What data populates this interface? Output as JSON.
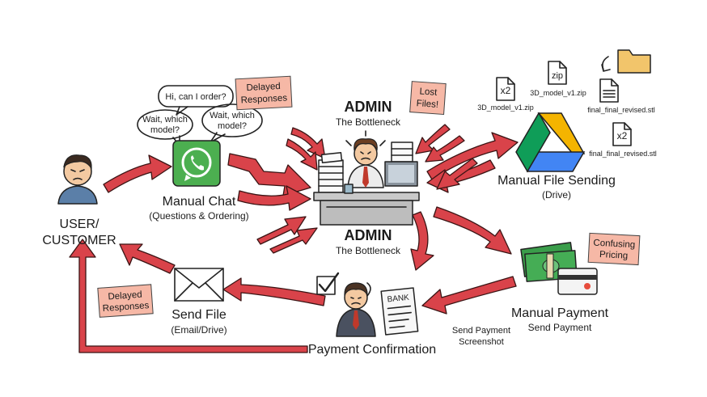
{
  "user": {
    "label_line1": "USER/",
    "label_line2": "CUSTOMER"
  },
  "manual_chat": {
    "title": "Manual Chat",
    "subtitle": "(Questions & Ordering)",
    "bubble_1": "Hi, can I order?",
    "bubble_2_line1": "Wait, which",
    "bubble_2_line2": "model?",
    "bubble_3_line1": "Wait, which",
    "bubble_3_line2": "model?"
  },
  "notes": {
    "delayed_top_line1": "Delayed",
    "delayed_top_line2": "Responses",
    "lost_files_line1": "Lost",
    "lost_files_line2": "Files!",
    "confusing_line1": "Confusing",
    "confusing_line2": "Pricing",
    "delayed_bottom_line1": "Delayed",
    "delayed_bottom_line2": "Responses"
  },
  "admin": {
    "title": "ADMIN",
    "subtitle": "The Bottleneck"
  },
  "file_sending": {
    "title": "Manual File Sending",
    "subtitle": "(Drive)",
    "files": [
      {
        "name": "3D_model_v1.zip",
        "badge": "x2"
      },
      {
        "name": "3D_model_v1.zip",
        "badge": "zip"
      },
      {
        "name": "final_final_revised.stl",
        "badge": ""
      },
      {
        "name": "final_final_revised.stl",
        "badge": "x2"
      }
    ]
  },
  "payment": {
    "title": "Manual Payment",
    "subtitle": "Send Payment",
    "bank_label": "BANK",
    "screenshot_line1": "Send Payment",
    "screenshot_line2": "Screenshot"
  },
  "confirmation": {
    "title": "Payment Confirmation"
  },
  "send_file": {
    "title": "Send File",
    "subtitle": "(Email/Drive)"
  },
  "colors": {
    "arrow": "#d9434a",
    "note": "#f6b8a6",
    "whatsapp": "#4caf50",
    "money": "#3a9d4a"
  }
}
